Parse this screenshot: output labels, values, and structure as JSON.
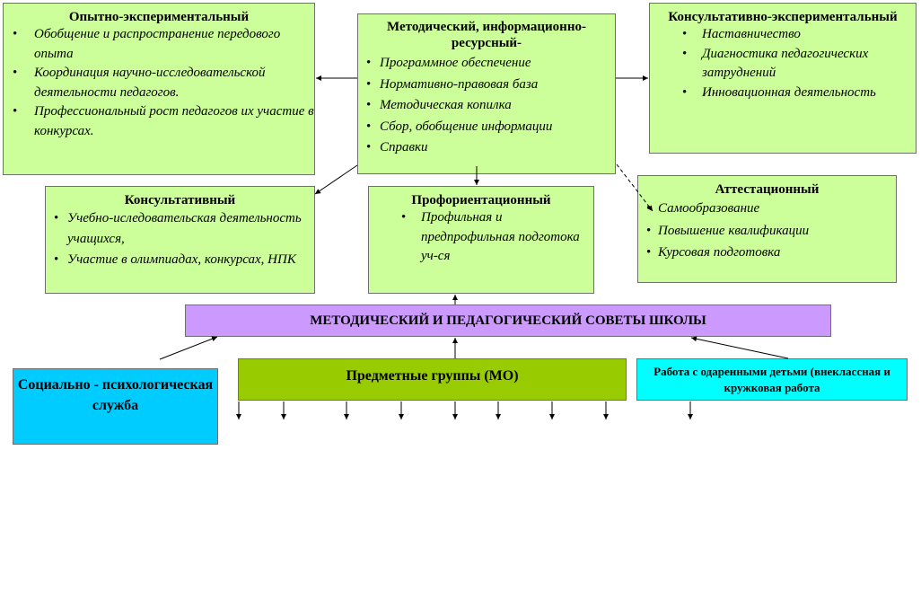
{
  "boxes": {
    "opyt": {
      "title": "Опытно-экспериментальный",
      "items": [
        "Обобщение и распространение передового опыта",
        "Координация научно-исследовательской деятельности педагогов.",
        "Профессиональный рост педагогов их участие в  конкурсах."
      ]
    },
    "metod": {
      "title": "Методический, информационно-ресурсный-",
      "items": [
        "Программное обеспечение",
        "Нормативно-правовая база",
        "Методическая копилка",
        "Сбор, обобщение информации",
        "Справки"
      ]
    },
    "konsexp": {
      "title": "Консультативно-экспериментальный",
      "items": [
        "Наставничество",
        "Диагностика педагогических затруднений",
        "Инновационная деятельность"
      ]
    },
    "kons": {
      "title": "Консультативный",
      "items": [
        "Учебно-иследовательская деятельность учащихся,",
        "Участие в олимпиадах, конкурсах, НПК"
      ]
    },
    "prof": {
      "title": "Профориентационный",
      "items": [
        "Профильная и предпрофильная подготока уч-ся"
      ]
    },
    "att": {
      "title": "Аттестационный",
      "items": [
        "Самообразование",
        "Повышение квалификации",
        "Курсовая подготовка"
      ]
    },
    "sovet": {
      "title": "МЕТОДИЧЕСКИЙ И ПЕДАГОГИЧЕСКИЙ СОВЕТЫ ШКОЛЫ"
    },
    "social": {
      "title": "Социально - психологическая служба"
    },
    "predm": {
      "title": "Предметные группы (МО)"
    },
    "odar": {
      "title": "Работа с одаренными детьми (внеклассная и кружковая работа"
    }
  },
  "colors": {
    "green_box": "#ccff99",
    "purple_box": "#cc99ff",
    "blue_box": "#00ccff",
    "olive_box": "#99cc00",
    "cyan_box": "#00ffff",
    "border": "#6f6f6f"
  }
}
